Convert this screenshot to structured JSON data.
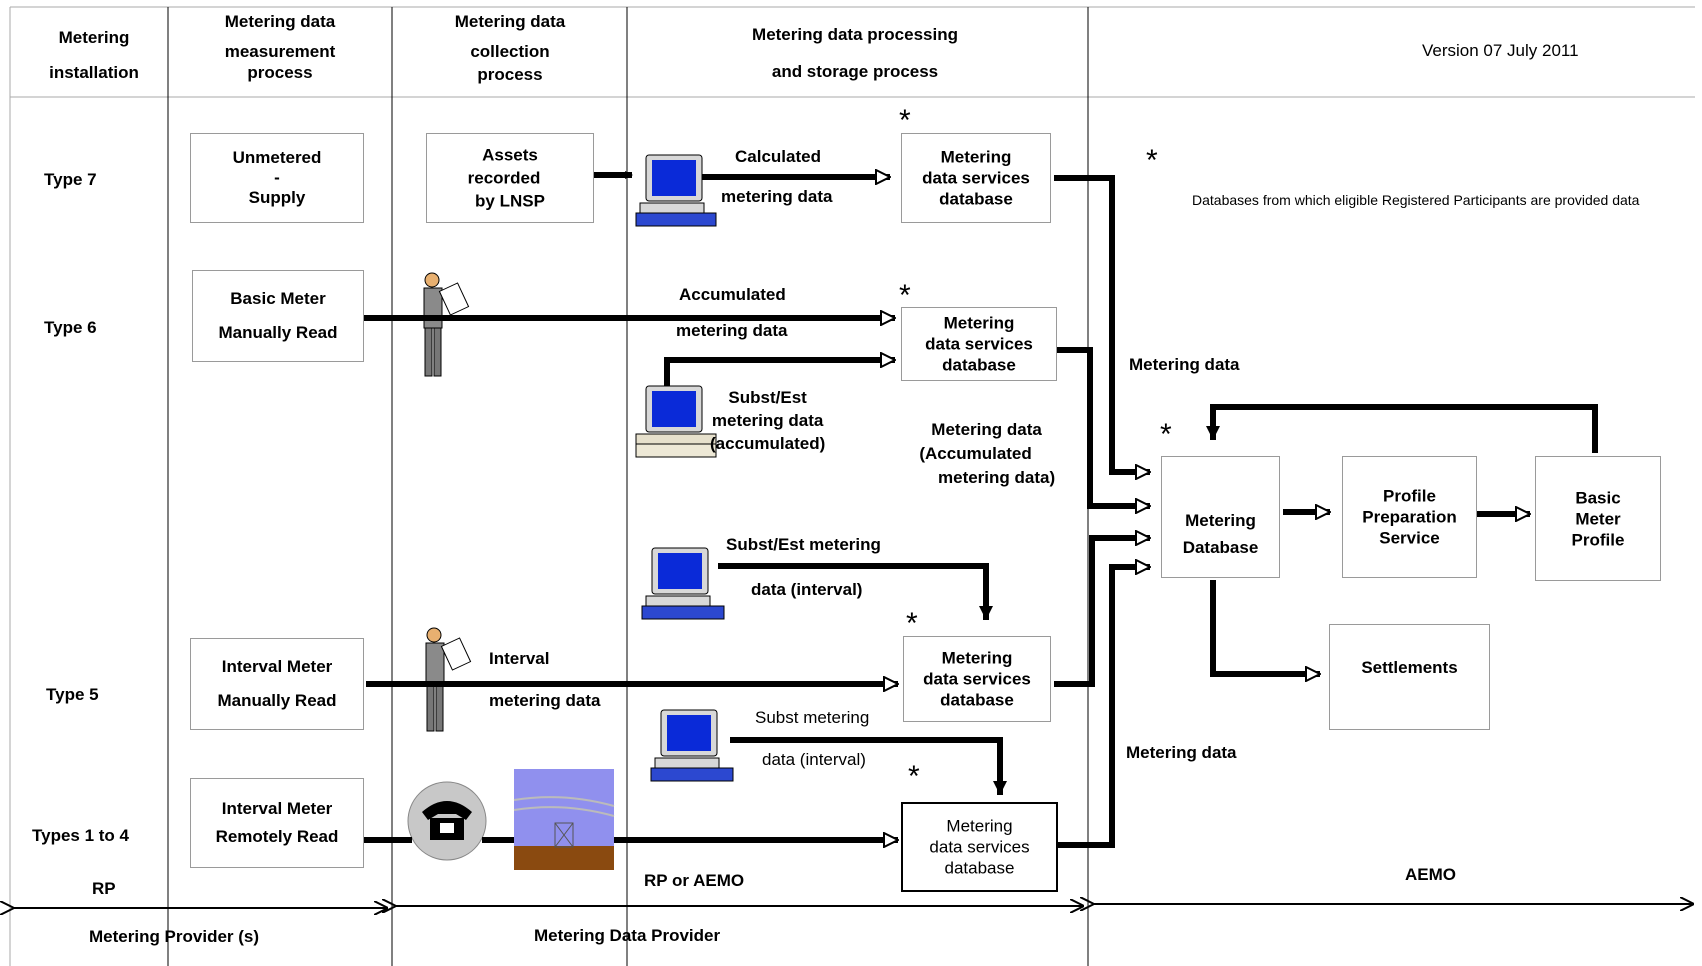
{
  "version": "Version 07  July 2011",
  "note": "Databases from which eligible Registered Participants are provided data",
  "headers": {
    "h1": [
      "Metering",
      "installation"
    ],
    "h2": [
      "Metering data",
      "measurement",
      "process"
    ],
    "h3": [
      "Metering data",
      "collection",
      "process"
    ],
    "h4": [
      "Metering data processing",
      "and storage process"
    ]
  },
  "types": {
    "t7": "Type 7",
    "t6": "Type 6",
    "t5": "Type 5",
    "t14": "Types 1 to 4"
  },
  "boxes": {
    "unmetered": [
      "Unmetered",
      "-",
      "Supply"
    ],
    "basic_meter": [
      "Basic Meter",
      "Manually Read"
    ],
    "interval_manual": [
      "Interval Meter",
      "Manually Read"
    ],
    "interval_remote": [
      "Interval Meter",
      "Remotely Read"
    ],
    "assets": [
      "Assets",
      "recorded",
      "by LNSP"
    ],
    "mds1": [
      "Metering",
      "data services",
      "database"
    ],
    "mds2": [
      "Metering",
      "data services",
      "database"
    ],
    "mds3": [
      "Metering",
      "data services",
      "database"
    ],
    "mds4": [
      "Metering",
      "data services",
      "database"
    ],
    "metering_db": [
      "Metering",
      "Database"
    ],
    "profile_prep": [
      "Profile",
      "Preparation",
      "Service"
    ],
    "basic_profile": [
      "Basic",
      "Meter",
      "Profile"
    ],
    "settlements": "Settlements"
  },
  "flow_labels": {
    "calculated": [
      "Calculated",
      "metering data"
    ],
    "accumulated": [
      "Accumulated",
      "metering data"
    ],
    "subst_acc": [
      "Subst/Est",
      "metering  data",
      "(accumulated)"
    ],
    "md_acc": [
      "Metering data",
      "(Accumulated",
      "metering data)"
    ],
    "subst_interval": [
      "Subst/Est metering",
      "data (interval)"
    ],
    "interval_md": [
      "Interval",
      "metering data"
    ],
    "subst_interval2": [
      "Subst metering",
      "data (interval)"
    ],
    "md_top": "Metering data",
    "md_bottom": "Metering data"
  },
  "roles": {
    "rp": "RP",
    "rp_aemo": "RP or AEMO",
    "aemo": "AEMO",
    "metering_provider": "Metering Provider (s)",
    "mdp": "Metering Data Provider"
  },
  "star": "*"
}
